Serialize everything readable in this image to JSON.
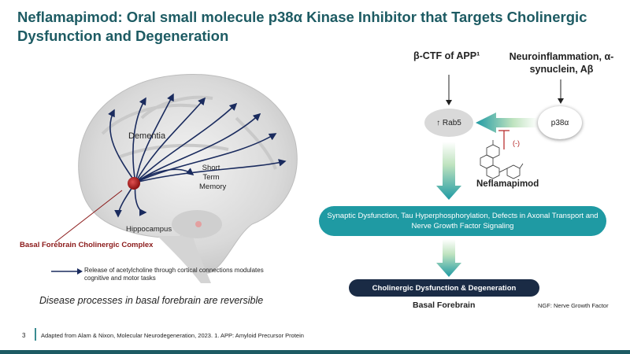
{
  "title": "Neflamapimod: Oral small molecule p38α Kinase Inhibitor that Targets Cholinergic Dysfunction and Degeneration",
  "brain": {
    "dementia": "Dementia",
    "short_term_memory": "Short Term Memory",
    "hippocampus": "Hippocampus",
    "basal_complex": "Basal Forebrain Cholinergic Complex"
  },
  "legend": {
    "text": "Release of acetylcholine through cortical connections modulates cognitive and motor tasks"
  },
  "reversible_note": "Disease processes in basal forebrain are reversible",
  "pathway": {
    "beta_ctf": "β-CTF of APP¹",
    "neuroinflammation": "Neuroinflammation, α-synuclein, Aβ",
    "rab5": "↑ Rab5",
    "p38": "p38α",
    "inhibition_sign": "(-)",
    "drug": "Neflamapimod",
    "synaptic": "Synaptic Dysfunction, Tau Hyperphosphorylation, Defects in Axonal Transport and Nerve Growth Factor Signaling",
    "cholinergic": "Cholinergic Dysfunction & Degeneration",
    "basal_forebrain": "Basal Forebrain",
    "ngf_note": "NGF: Nerve Growth Factor"
  },
  "footer": {
    "page_number": "3",
    "citation": "Adapted from Alam & Nixon, Molecular Neurodegeneration, 2023. 1. APP: Amyloid Precursor Protein"
  },
  "colors": {
    "title": "#1d5b63",
    "teal": "#1f9aa3",
    "navy": "#1a2b45",
    "red": "#b32020",
    "arrow_blue": "#1a2b5e"
  }
}
